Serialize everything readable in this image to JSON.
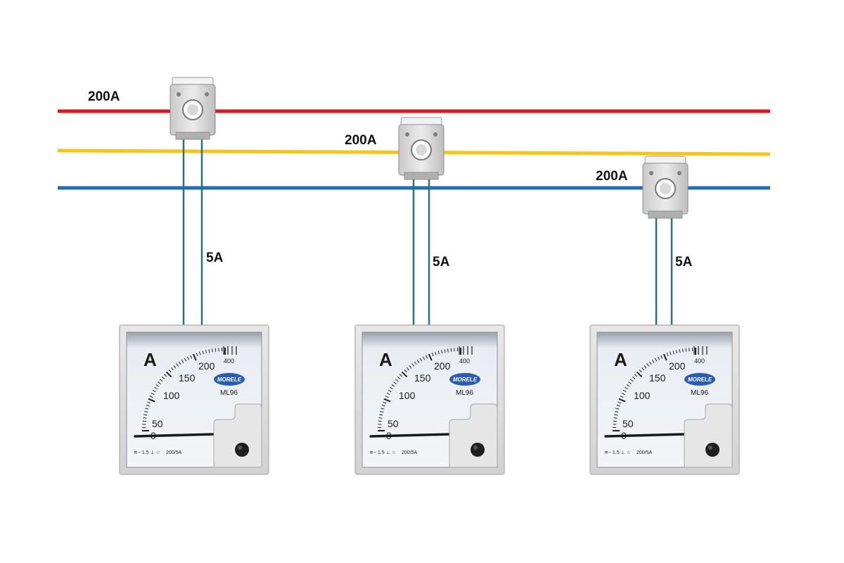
{
  "colors": {
    "phase_1": "#d7191c",
    "phase_2": "#f5c518",
    "phase_3": "#1f6fb2",
    "wire": "#2f6f7a",
    "meter_brand": "#2a5db0"
  },
  "transformers": [
    {
      "primary_label": "200A",
      "secondary_label": "5A",
      "phase": "phase_1"
    },
    {
      "primary_label": "200A",
      "secondary_label": "5A",
      "phase": "phase_2"
    },
    {
      "primary_label": "200A",
      "secondary_label": "5A",
      "phase": "phase_3"
    }
  ],
  "meter": {
    "unit": "A",
    "scale_labels": [
      "0",
      "50",
      "100",
      "150",
      "200",
      "400"
    ],
    "brand": "MORELE",
    "model": "ML96",
    "footer_symbols": "≋~ 1.5 ⊥ ☆",
    "ratio": "200/5A",
    "pointer_value": 0
  }
}
